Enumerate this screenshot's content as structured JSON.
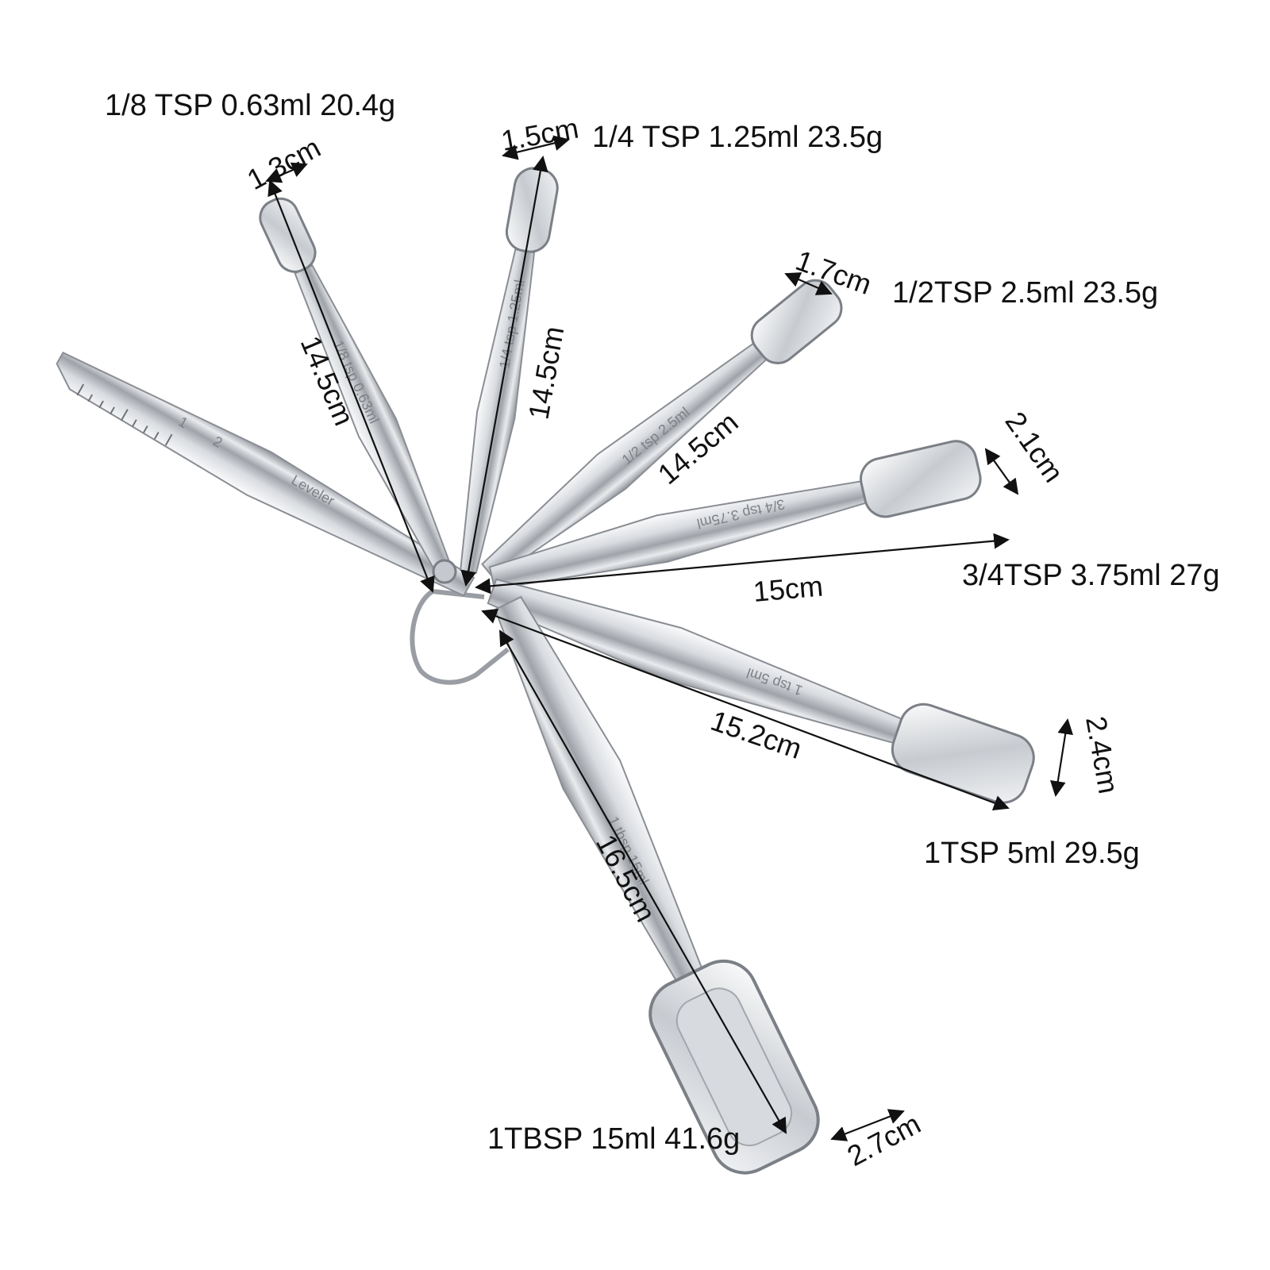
{
  "spec_labels": {
    "eighth_tsp": "1/8 TSP 0.63ml 20.4g",
    "quarter_tsp": "1/4 TSP 1.25ml 23.5g",
    "half_tsp": "1/2TSP 2.5ml 23.5g",
    "three_quarter_tsp": "3/4TSP 3.75ml 27g",
    "one_tsp": "1TSP 5ml 29.5g",
    "one_tbsp": "1TBSP 15ml 41.6g"
  },
  "dimensions": {
    "eighth_width": "1.3cm",
    "eighth_length": "14.5cm",
    "quarter_width": "1.5cm",
    "quarter_length": "14.5cm",
    "half_width": "1.7cm",
    "half_length": "14.5cm",
    "three_quarter_width": "2.1cm",
    "three_quarter_length": "15cm",
    "tsp_width": "2.4cm",
    "tsp_length": "15.2cm",
    "tbsp_width": "2.7cm",
    "tbsp_length": "16.5cm"
  },
  "engravings": {
    "leveler": "Leveler",
    "eighth": "1/8 tsp 0.63ml",
    "quarter": "1/4 tsp 1.25ml",
    "half": "1/2 tsp 2.5ml",
    "three_quarter": "3/4 tsp 3.75ml",
    "tsp": "1 tsp 5ml",
    "tbsp": "1 tbsp 15ml",
    "ruler_marks": [
      "1",
      "2"
    ]
  },
  "colors": {
    "steel_light": "#f2f3f5",
    "steel_mid": "#c9ccd1",
    "steel_dark": "#7b7f86",
    "text": "#111111"
  }
}
